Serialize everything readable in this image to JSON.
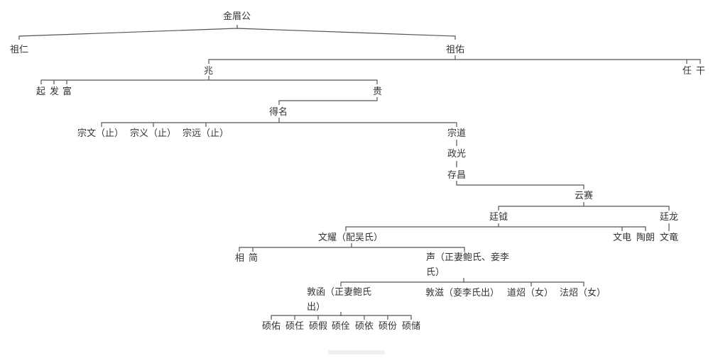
{
  "diagram": {
    "type": "family-tree",
    "root": "金眉公",
    "nodes": {
      "jinmeigong": "金眉公",
      "zuren": "祖仁",
      "zuyou": "祖佑",
      "zhao": "兆",
      "ren": "任",
      "gan": "干",
      "qi": "起",
      "fa": "发",
      "fu": "富",
      "gui": "贵",
      "deming": "得名",
      "zongwen": "宗文（止）",
      "zongyi": "宗义（止）",
      "zongyuan": "宗远（止）",
      "zongdao": "宗道",
      "zhengguang": "政光",
      "cunchang": "存昌",
      "yunsai": "云赛",
      "tingyue": "廷钺",
      "tinglong": "廷龙",
      "wenyao": "文耀（配吴氏）",
      "wendian": "文电",
      "taolang": "陶朗",
      "wenyan": "文竜",
      "xiang": "相",
      "jian": "简",
      "sheng": "声（正妻鲍氏、妾李氏）",
      "dunhan": "敦函（正妻鲍氏出）",
      "dunzi": "敦滋（妾李氏出）",
      "daozhao": "道炤（女）",
      "fazhao": "法炤（女）",
      "shuoyou": "硕佑",
      "shuoren": "硕任",
      "shuoxia": "硕假",
      "shuoquan": "硕佺",
      "shuoyi": "硕依",
      "shuofen": "硕份",
      "shuochu": "硕储"
    },
    "edges": [
      [
        "金眉公",
        "祖仁"
      ],
      [
        "金眉公",
        "祖佑"
      ],
      [
        "祖佑",
        "兆"
      ],
      [
        "祖佑",
        "任"
      ],
      [
        "祖佑",
        "干"
      ],
      [
        "兆",
        "起"
      ],
      [
        "兆",
        "发"
      ],
      [
        "兆",
        "富"
      ],
      [
        "兆",
        "贵"
      ],
      [
        "贵",
        "得名"
      ],
      [
        "得名",
        "宗文（止）"
      ],
      [
        "得名",
        "宗义（止）"
      ],
      [
        "得名",
        "宗远（止）"
      ],
      [
        "得名",
        "宗道"
      ],
      [
        "宗道",
        "政光"
      ],
      [
        "政光",
        "存昌"
      ],
      [
        "存昌",
        "云赛"
      ],
      [
        "云赛",
        "廷钺"
      ],
      [
        "云赛",
        "廷龙"
      ],
      [
        "廷钺",
        "文耀（配吴氏）"
      ],
      [
        "廷钺",
        "文电"
      ],
      [
        "廷钺",
        "陶朗"
      ],
      [
        "廷龙",
        "文竜"
      ],
      [
        "文耀（配吴氏）",
        "相"
      ],
      [
        "文耀（配吴氏）",
        "简"
      ],
      [
        "文耀（配吴氏）",
        "声（正妻鲍氏、妾李氏）"
      ],
      [
        "声（正妻鲍氏、妾李氏）",
        "敦函（正妻鲍氏出）"
      ],
      [
        "声（正妻鲍氏、妾李氏）",
        "敦滋（妾李氏出）"
      ],
      [
        "声（正妻鲍氏、妾李氏）",
        "道炤（女）"
      ],
      [
        "声（正妻鲍氏、妾李氏）",
        "法炤（女）"
      ],
      [
        "敦函（正妻鲍氏出）",
        "硕佑"
      ],
      [
        "敦函（正妻鲍氏出）",
        "硕任"
      ],
      [
        "敦函（正妻鲍氏出）",
        "硕假"
      ],
      [
        "敦函（正妻鲍氏出）",
        "硕佺"
      ],
      [
        "敦函（正妻鲍氏出）",
        "硕依"
      ],
      [
        "敦函（正妻鲍氏出）",
        "硕份"
      ],
      [
        "敦函（正妻鲍氏出）",
        "硕储"
      ]
    ]
  },
  "colors": {
    "line": "#555555",
    "text": "#333333",
    "background": "#ffffff"
  }
}
